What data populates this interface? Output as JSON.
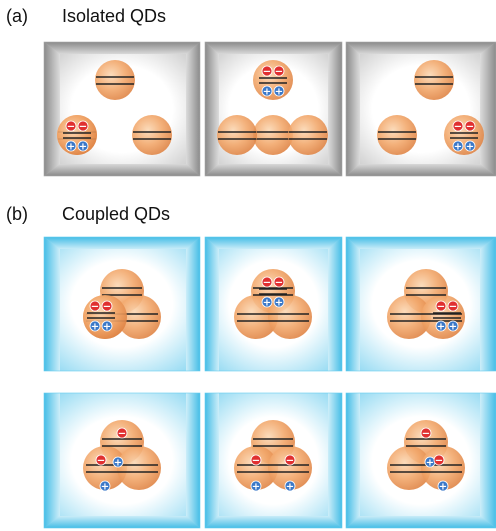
{
  "panels": [
    {
      "letter": "(a)",
      "title": "Isolated QDs"
    },
    {
      "letter": "(b)",
      "title": "Coupled QDs"
    }
  ],
  "colors": {
    "gray_frame": "#a9a9a9",
    "blue_frame": "#66ccee",
    "dot": "#f0a064",
    "electron": "#e03030",
    "hole": "#3a78c8",
    "level_line": "#222222"
  },
  "charge_symbols": {
    "electron": "−",
    "hole": "+"
  },
  "icons": [
    "electron-charge-icon",
    "hole-charge-icon",
    "quantum-dot-icon"
  ]
}
